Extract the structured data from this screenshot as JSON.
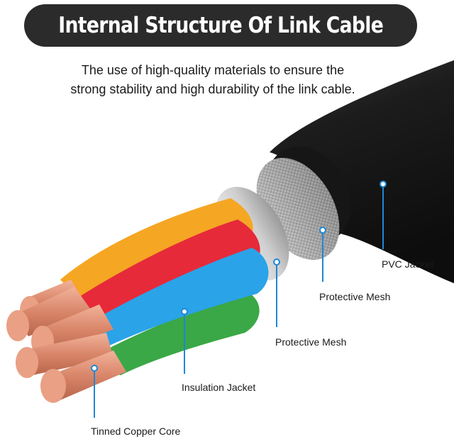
{
  "title": "Internal Structure Of Link Cable",
  "subtitle": {
    "line1": "The use of high-quality materials to ensure the",
    "line2": "strong stability and high durability of the link cable."
  },
  "callouts": {
    "pvc_jacket": "PVC Jacket",
    "protective_mesh_outer": "Protective Mesh",
    "protective_mesh_inner": "Protective Mesh",
    "insulation_jacket": "Insulation Jacket",
    "tinned_copper_core": "Tinned Copper Core"
  },
  "colors": {
    "title_bg": "#2b2b2b",
    "callout_line": "#1e88d6",
    "pvc": "#1c1c1c",
    "yellow_wire": "#f5a623",
    "red_wire": "#e62a3a",
    "blue_wire": "#2aa3e8",
    "green_wire": "#3aa846",
    "copper": "#d9866a"
  }
}
